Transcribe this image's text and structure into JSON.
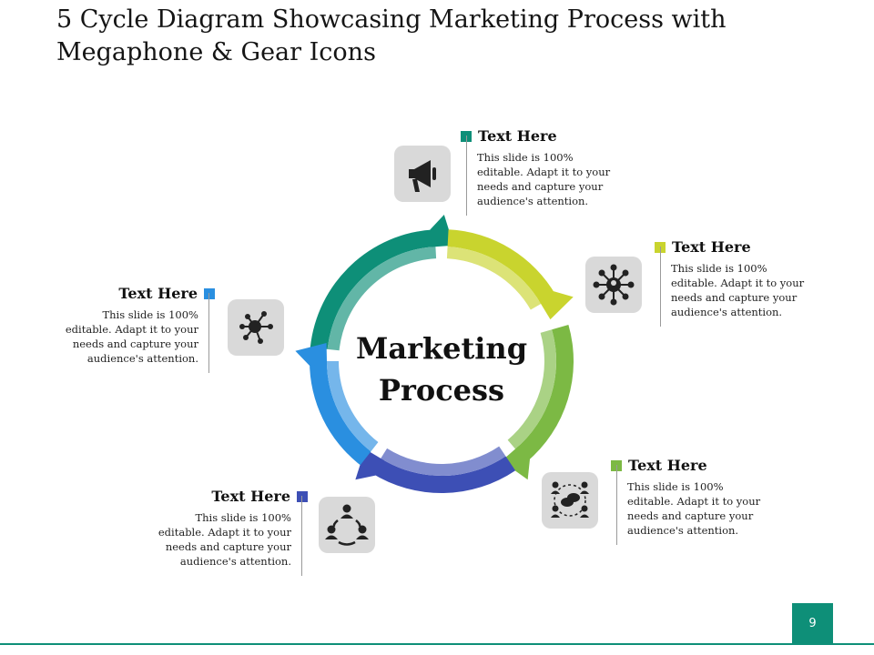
{
  "slide": {
    "title": "5 Cycle Diagram Showcasing Marketing Process with Megaphone & Gear Icons",
    "page_number": "9"
  },
  "diagram": {
    "center_label_line1": "Marketing",
    "center_label_line2": "Process",
    "steps": [
      {
        "heading": "Text Here",
        "body": "This slide is 100% editable. Adapt it to your needs and capture your audience's attention.",
        "color": "#0e8f78",
        "icon": "megaphone-icon"
      },
      {
        "heading": "Text Here",
        "body": "This slide is 100% editable. Adapt it to your needs and capture your audience's attention.",
        "color": "#c9d42e",
        "icon": "network-hub-icon"
      },
      {
        "heading": "Text Here",
        "body": "This slide is 100% editable. Adapt it to your needs and capture your audience's attention.",
        "color": "#7cb944",
        "icon": "team-discussion-icon"
      },
      {
        "heading": "Text Here",
        "body": "This slide is 100% editable. Adapt it to your needs and capture your audience's attention.",
        "color": "#3d4fb5",
        "icon": "group-cycle-icon"
      },
      {
        "heading": "Text Here",
        "body": "This slide is 100% editable. Adapt it to your needs and capture your audience's attention.",
        "color": "#2a8fe0",
        "icon": "network-nodes-icon"
      }
    ]
  }
}
